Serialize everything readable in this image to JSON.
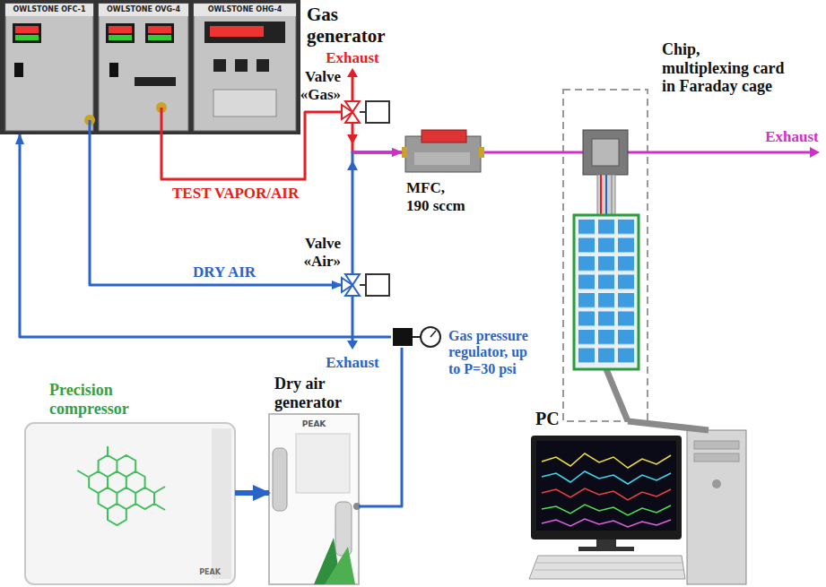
{
  "diagram": {
    "nodes": [
      {
        "text": [
          "Gas generator"
        ]
      },
      {
        "text": [
          "Valve «Gas»"
        ]
      },
      {
        "text": [
          "Valve «Air»"
        ]
      },
      {
        "text": [
          "MFC, 190 sccm"
        ]
      },
      {
        "text": [
          "Chip, multiplexing card in Faraday cage"
        ]
      },
      {
        "text": [
          "Precision compressor"
        ]
      },
      {
        "text": [
          "Dry air generator"
        ]
      },
      {
        "text": [
          "Gas pressure regulator, up to P=30 psi"
        ]
      },
      {
        "text": [
          "PC"
        ]
      }
    ],
    "edges": [
      {
        "from": 5,
        "to": 6,
        "arrow": "to"
      },
      {
        "from": 6,
        "to": 7,
        "arrow": "none"
      },
      {
        "from": 7,
        "to": 0,
        "arrow": "to"
      },
      {
        "from": 0,
        "to": 2,
        "label": "DRY AIR",
        "arrow": "to"
      },
      {
        "from": 0,
        "to": 1,
        "label": "TEST VAPOR/AIR",
        "arrow": "none"
      },
      {
        "from": 1,
        "to": 3,
        "arrow": "to"
      },
      {
        "from": 2,
        "to": 3,
        "arrow": "to"
      },
      {
        "from": 3,
        "to": 4,
        "arrow": "none"
      },
      {
        "from": 4,
        "to": 8,
        "arrow": "none"
      }
    ],
    "labels": [
      "Exhaust",
      "Exhaust",
      "Exhaust",
      "OWLSTONE OFC-1",
      "OWLSTONE OVG-4",
      "OWLSTONE OHG-4",
      "PEAK",
      "PEAK"
    ]
  }
}
